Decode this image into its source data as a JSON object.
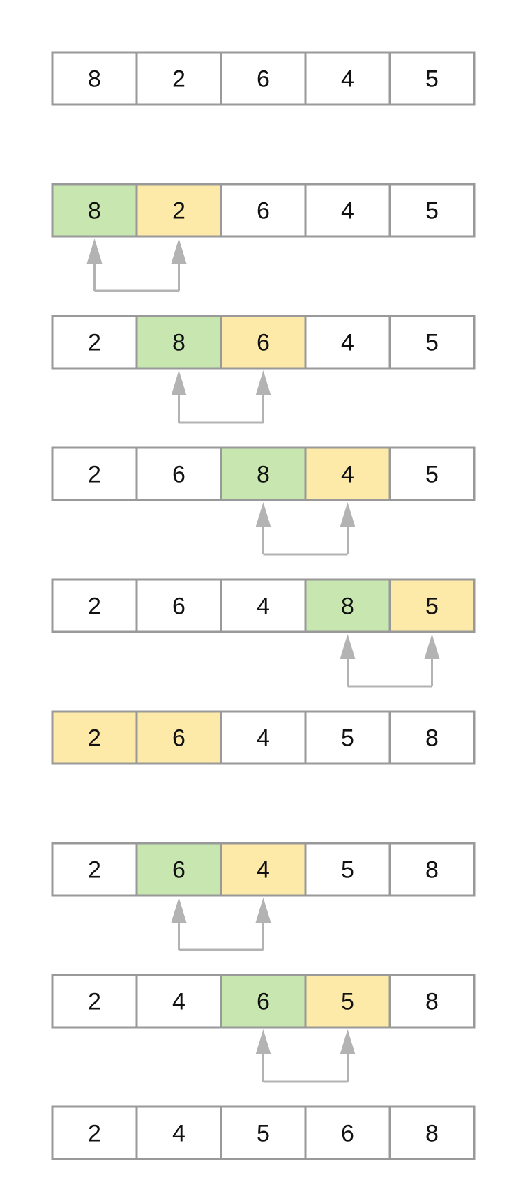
{
  "colors": {
    "background": "#ffffff",
    "border": "#999999",
    "arrow": "#b3b3b3",
    "compare": "#c8e6b0",
    "swap_target": "#fdeaa8",
    "plain": "#ffffff"
  },
  "rows": [
    {
      "cells": [
        {
          "value": "8",
          "state": "plain"
        },
        {
          "value": "2",
          "state": "plain"
        },
        {
          "value": "6",
          "state": "plain"
        },
        {
          "value": "4",
          "state": "plain"
        },
        {
          "value": "5",
          "state": "plain"
        }
      ],
      "arrow": null
    },
    {
      "cells": [
        {
          "value": "8",
          "state": "compare"
        },
        {
          "value": "2",
          "state": "swap_target"
        },
        {
          "value": "6",
          "state": "plain"
        },
        {
          "value": "4",
          "state": "plain"
        },
        {
          "value": "5",
          "state": "plain"
        }
      ],
      "arrow": [
        0,
        1
      ]
    },
    {
      "cells": [
        {
          "value": "2",
          "state": "plain"
        },
        {
          "value": "8",
          "state": "compare"
        },
        {
          "value": "6",
          "state": "swap_target"
        },
        {
          "value": "4",
          "state": "plain"
        },
        {
          "value": "5",
          "state": "plain"
        }
      ],
      "arrow": [
        1,
        2
      ]
    },
    {
      "cells": [
        {
          "value": "2",
          "state": "plain"
        },
        {
          "value": "6",
          "state": "plain"
        },
        {
          "value": "8",
          "state": "compare"
        },
        {
          "value": "4",
          "state": "swap_target"
        },
        {
          "value": "5",
          "state": "plain"
        }
      ],
      "arrow": [
        2,
        3
      ]
    },
    {
      "cells": [
        {
          "value": "2",
          "state": "plain"
        },
        {
          "value": "6",
          "state": "plain"
        },
        {
          "value": "4",
          "state": "plain"
        },
        {
          "value": "8",
          "state": "compare"
        },
        {
          "value": "5",
          "state": "swap_target"
        }
      ],
      "arrow": [
        3,
        4
      ]
    },
    {
      "cells": [
        {
          "value": "2",
          "state": "swap_target"
        },
        {
          "value": "6",
          "state": "swap_target"
        },
        {
          "value": "4",
          "state": "plain"
        },
        {
          "value": "5",
          "state": "plain"
        },
        {
          "value": "8",
          "state": "plain"
        }
      ],
      "arrow": null
    },
    {
      "cells": [
        {
          "value": "2",
          "state": "plain"
        },
        {
          "value": "6",
          "state": "compare"
        },
        {
          "value": "4",
          "state": "swap_target"
        },
        {
          "value": "5",
          "state": "plain"
        },
        {
          "value": "8",
          "state": "plain"
        }
      ],
      "arrow": [
        1,
        2
      ]
    },
    {
      "cells": [
        {
          "value": "2",
          "state": "plain"
        },
        {
          "value": "4",
          "state": "plain"
        },
        {
          "value": "6",
          "state": "compare"
        },
        {
          "value": "5",
          "state": "swap_target"
        },
        {
          "value": "8",
          "state": "plain"
        }
      ],
      "arrow": [
        2,
        3
      ]
    },
    {
      "cells": [
        {
          "value": "2",
          "state": "plain"
        },
        {
          "value": "4",
          "state": "plain"
        },
        {
          "value": "5",
          "state": "plain"
        },
        {
          "value": "6",
          "state": "plain"
        },
        {
          "value": "8",
          "state": "plain"
        }
      ],
      "arrow": null
    }
  ]
}
